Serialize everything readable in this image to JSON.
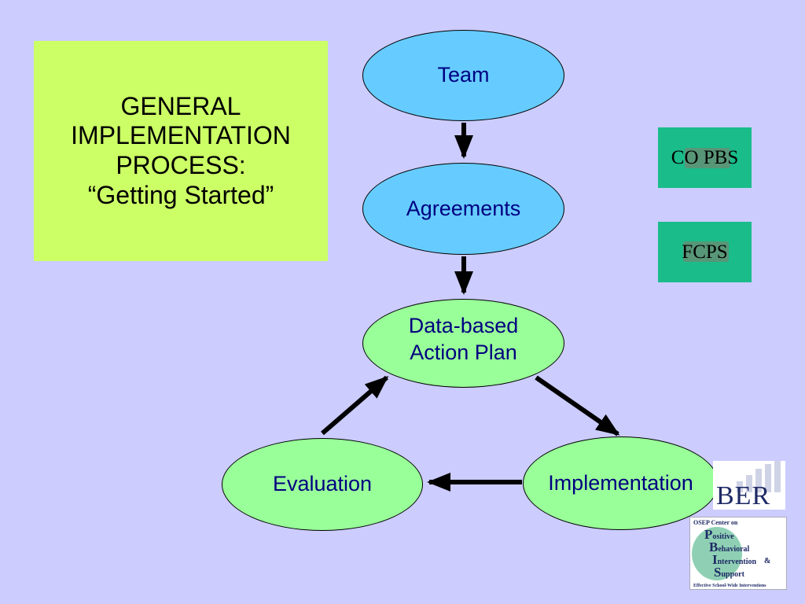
{
  "title_box": {
    "lines": [
      "GENERAL",
      "IMPLEMENTATION",
      "PROCESS:",
      "“Getting Started”"
    ]
  },
  "nodes": {
    "team": "Team",
    "agreements": "Agreements",
    "plan_line1": "Data-based",
    "plan_line2": "Action Plan",
    "evaluation": "Evaluation",
    "implementation": "Implementation"
  },
  "badges": {
    "copbs": "CO PBS",
    "fcps": "FCPS"
  },
  "logos": {
    "ber": "BER",
    "pbis_top": "OSEP Center on",
    "pbis_words": [
      "ositive",
      "ehavioral",
      "ntervention",
      "upport"
    ],
    "pbis_letters": [
      "P",
      "B",
      "I",
      "S"
    ],
    "pbis_amp": "&",
    "pbis_foot": "Effective School-Wide Interventions"
  },
  "colors": {
    "background": "#ccccff",
    "title_box": "#ccff66",
    "node_blue": "#66ccff",
    "node_green": "#99ff99",
    "node_text": "#000080",
    "badge": "#1abc8a"
  }
}
